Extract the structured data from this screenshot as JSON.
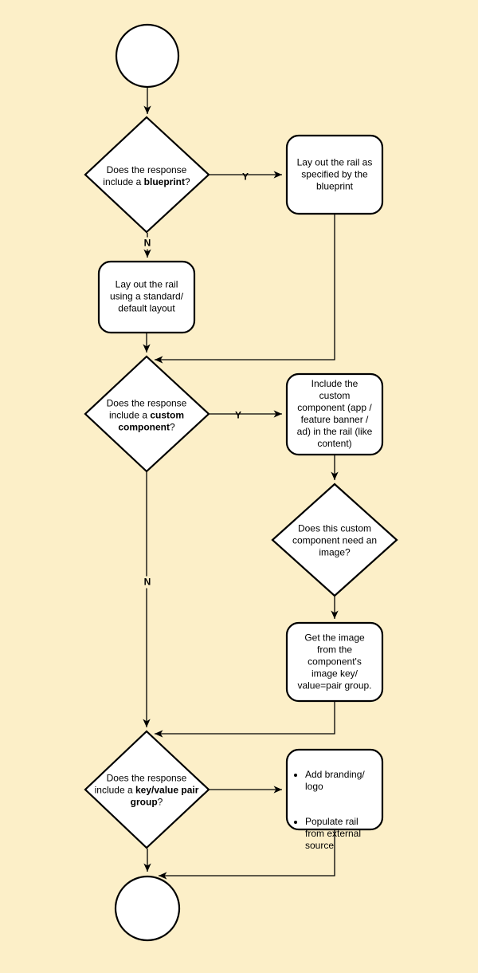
{
  "colors": {
    "background": "#FCEFC8",
    "shape_fill": "#FFFFFF",
    "stroke": "#000000"
  },
  "nodes": {
    "decision_blueprint": {
      "prefix": "Does the response include a ",
      "bold": "blueprint",
      "suffix": "?"
    },
    "process_blueprint": {
      "text": "Lay out the rail as\nspecified by the\nblueprint"
    },
    "process_default": {
      "text": "Lay out the rail\nusing a standard/\ndefault layout"
    },
    "decision_custom": {
      "prefix": "Does the response include a ",
      "bold": "custom component",
      "suffix": "?"
    },
    "process_custom": {
      "text": "Include the\ncustom\ncomponent (app /\nfeature banner /\nad) in the rail (like\ncontent)"
    },
    "decision_image": {
      "prefix": "Does this custom component need an image?",
      "bold": "",
      "suffix": ""
    },
    "process_image": {
      "text": "Get the image\nfrom the\ncomponent's\nimage key/\nvalue=pair group."
    },
    "decision_kvp": {
      "prefix": "Does the response include a ",
      "bold": "key/value pair group",
      "suffix": "?"
    },
    "process_branding": {
      "bullets": [
        "Add branding/\nlogo",
        "Populate rail\nfrom external\nsource"
      ]
    }
  },
  "edge_labels": {
    "yes_blueprint": "Y",
    "no_blueprint": "N",
    "yes_custom": "Y",
    "no_custom": "N"
  }
}
